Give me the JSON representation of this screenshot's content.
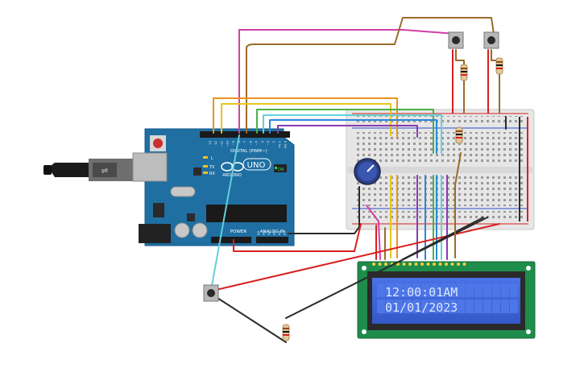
{
  "arduino": {
    "logo": "UNO",
    "brand": "ARDUINO",
    "digital_label": "DIGITAL (PWM~)",
    "power_label": "POWER",
    "analog_label": "ANALOG IN",
    "on_label": "ON",
    "l_label": "L",
    "tx_label": "TX",
    "rx_label": "RX",
    "aref_label": "AREF",
    "gnd_label": "GND",
    "ioref_label": "IOREF",
    "reset_label": "RESET",
    "v33_label": "3.3V",
    "v5_label": "5V",
    "vin_label": "VIN",
    "digital_pins": [
      "13",
      "12",
      "~11",
      "~10",
      "~9",
      "8",
      "7",
      "~6",
      "~5",
      "4",
      "~3",
      "2",
      "TX 1",
      "RX 0"
    ],
    "analog_pins": [
      "A0",
      "A1",
      "A2",
      "A3",
      "A4",
      "A5"
    ]
  },
  "lcd": {
    "line1": "12:00:01AM",
    "line2": "01/01/2023"
  },
  "colors": {
    "board": "#1f6fa3",
    "breadboard": "#e8e8e8",
    "lcd_screen": "#3e63d6",
    "lcd_pcb": "#1e8c4a",
    "wire_pink": "#d43ea6",
    "wire_brown": "#9c6a2a",
    "wire_orange": "#e8941c",
    "wire_yellow": "#e8c51c",
    "wire_green": "#4ab04a",
    "wire_cyan": "#62d0d8",
    "wire_blue": "#2a86d8",
    "wire_purple": "#8a3ab0",
    "wire_red": "#d82020",
    "wire_black": "#2a2a2a"
  }
}
